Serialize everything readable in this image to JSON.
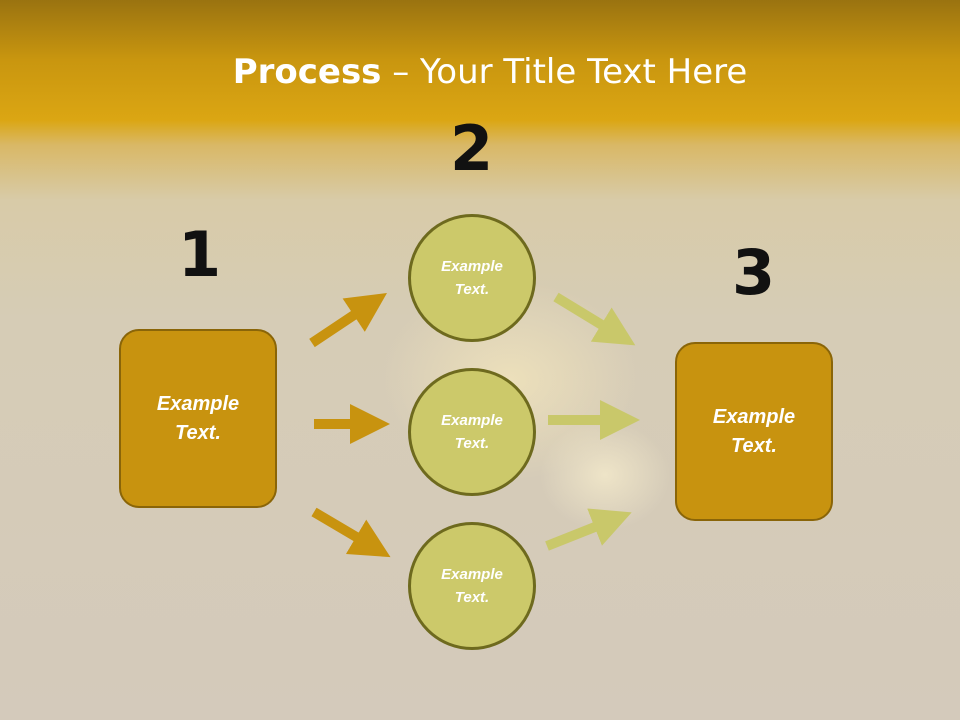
{
  "title": {
    "bold": "Process",
    "rest": " – Your Title Text Here"
  },
  "steps": {
    "one": "1",
    "two": "2",
    "three": "3"
  },
  "left_box": "Example\nText.",
  "right_box": "Example\nText.",
  "circles": [
    "Example\nText.",
    "Example\nText.",
    "Example\nText."
  ],
  "colors": {
    "box_fill": "#c8930f",
    "circle_fill": "#ccc96a",
    "arrow_left": "#c8930f",
    "arrow_right": "#c9c86a"
  }
}
